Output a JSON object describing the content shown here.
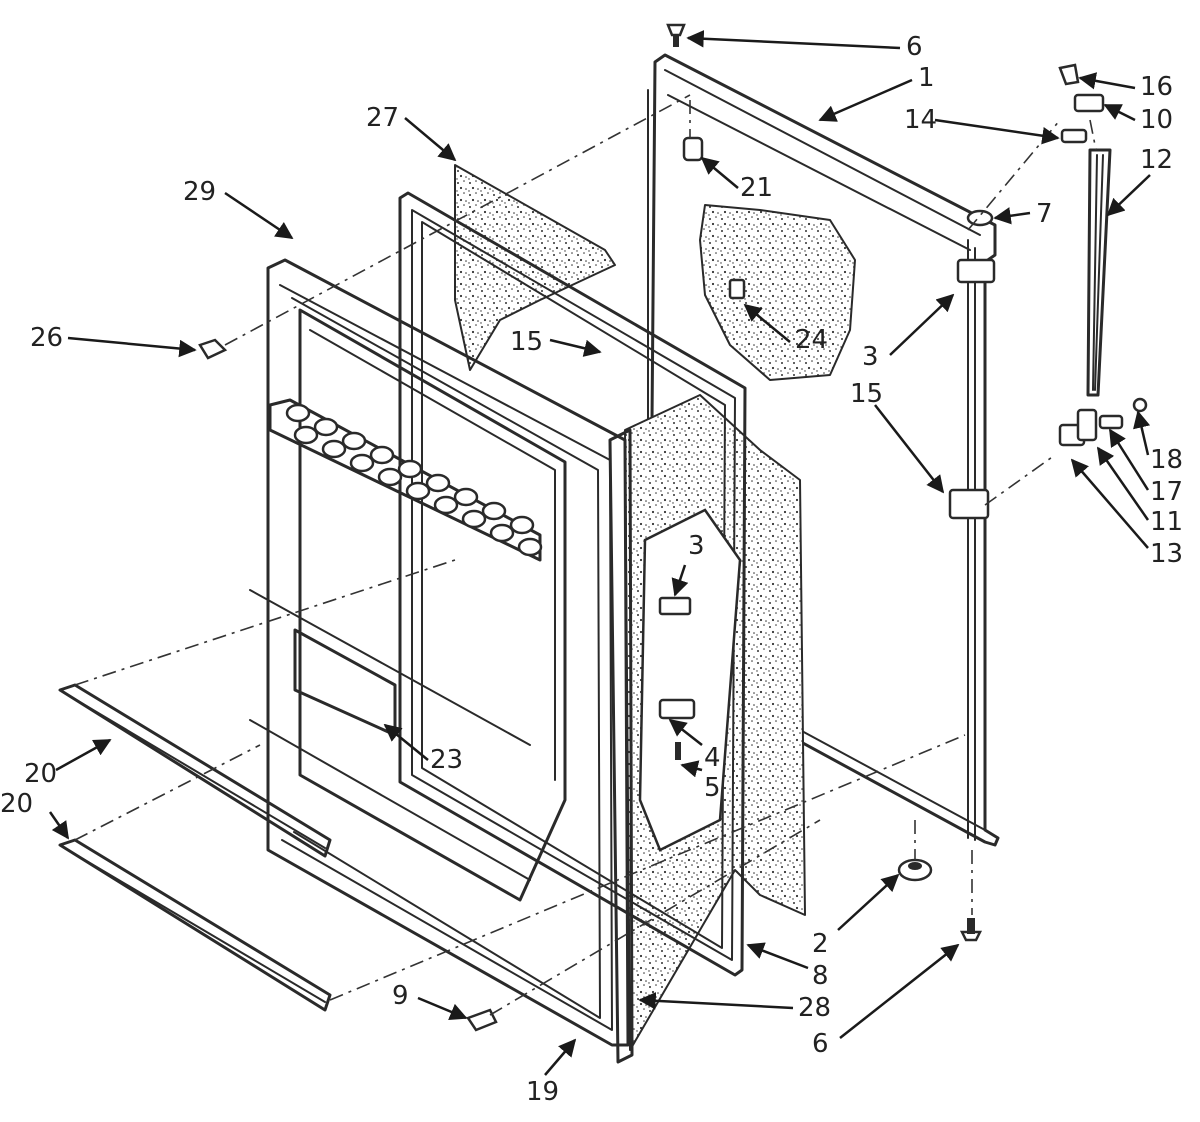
{
  "callouts": [
    {
      "key": "c-6-top",
      "label": "6"
    },
    {
      "key": "c-1",
      "label": "1"
    },
    {
      "key": "c-16",
      "label": "16"
    },
    {
      "key": "c-10",
      "label": "10"
    },
    {
      "key": "c-14",
      "label": "14"
    },
    {
      "key": "c-12",
      "label": "12"
    },
    {
      "key": "c-27",
      "label": "27"
    },
    {
      "key": "c-21",
      "label": "21"
    },
    {
      "key": "c-7",
      "label": "7"
    },
    {
      "key": "c-29",
      "label": "29"
    },
    {
      "key": "c-26",
      "label": "26"
    },
    {
      "key": "c-15-a",
      "label": "15"
    },
    {
      "key": "c-24",
      "label": "24"
    },
    {
      "key": "c-3-a",
      "label": "3"
    },
    {
      "key": "c-15-b",
      "label": "15"
    },
    {
      "key": "c-18",
      "label": "18"
    },
    {
      "key": "c-17",
      "label": "17"
    },
    {
      "key": "c-11",
      "label": "11"
    },
    {
      "key": "c-13",
      "label": "13"
    },
    {
      "key": "c-3-b",
      "label": "3"
    },
    {
      "key": "c-4",
      "label": "4"
    },
    {
      "key": "c-5",
      "label": "5"
    },
    {
      "key": "c-23",
      "label": "23"
    },
    {
      "key": "c-20-a",
      "label": "20"
    },
    {
      "key": "c-20-b",
      "label": "20"
    },
    {
      "key": "c-2",
      "label": "2"
    },
    {
      "key": "c-8",
      "label": "8"
    },
    {
      "key": "c-9",
      "label": "9"
    },
    {
      "key": "c-28",
      "label": "28"
    },
    {
      "key": "c-6-bottom",
      "label": "6"
    },
    {
      "key": "c-19",
      "label": "19"
    }
  ]
}
